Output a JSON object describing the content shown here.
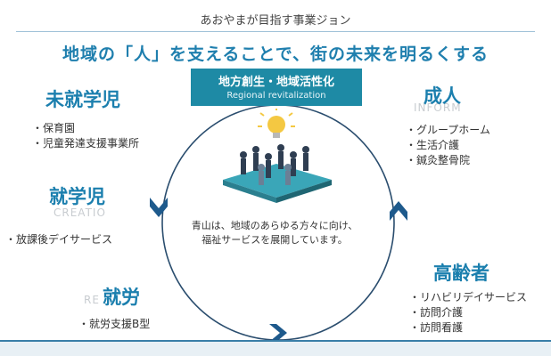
{
  "title": "あおやまが目指す事業ジョン",
  "headline": "地域の「人」を支えることで、街の未来を明るくする",
  "center": {
    "banner_jp": "地方創生・地域活性化",
    "banner_en": "Regional revitalization",
    "message_line1": "青山は、地域のあらゆる方々に向け、",
    "message_line2": "福祉サービスを展開しています。"
  },
  "segments": {
    "preschool": {
      "heading": "未就学児",
      "items": [
        "保育園",
        "児童発達支援事業所"
      ]
    },
    "school": {
      "heading": "就学児",
      "ghost": "CREATIO",
      "items": [
        "放課後デイサービス"
      ]
    },
    "work": {
      "heading": "就労",
      "ghost": "RE",
      "items": [
        "就労支援B型"
      ]
    },
    "adult": {
      "heading": "成人",
      "ghost": "INFORM",
      "items": [
        "グループホーム",
        "生活介護",
        "鍼灸整骨院"
      ]
    },
    "elderly": {
      "heading": "高齢者",
      "items": [
        "リハビリデイサービス",
        "訪問介護",
        "訪問看護"
      ]
    }
  },
  "colors": {
    "accent": "#1b7fae",
    "banner": "#1e8aa5",
    "arrow": "#1e5a8c"
  }
}
